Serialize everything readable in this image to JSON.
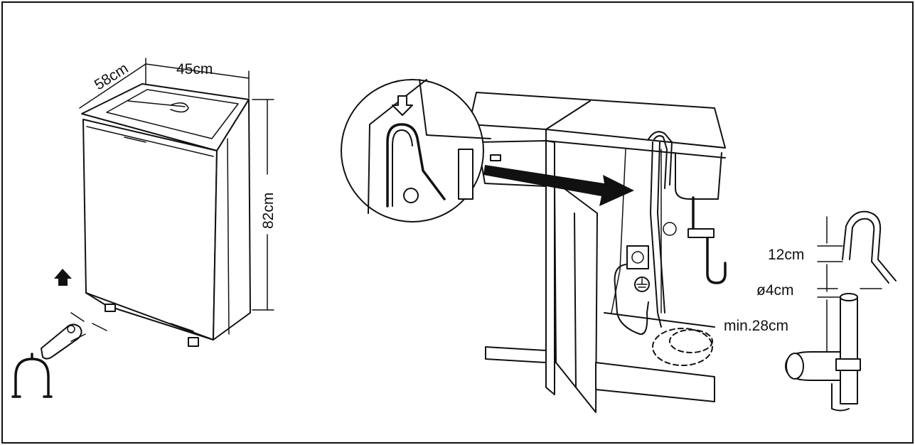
{
  "dimensions": {
    "depth": "58cm",
    "width": "45cm",
    "height": "82cm",
    "hose_gap": "12cm",
    "pipe_diameter": "ø4cm",
    "min_height": "min.28cm"
  },
  "icons": [
    "arrow-up-icon",
    "arrow-down-icon",
    "wrench-tool-icon",
    "electrical-socket-icon",
    "ground-symbol-icon"
  ]
}
